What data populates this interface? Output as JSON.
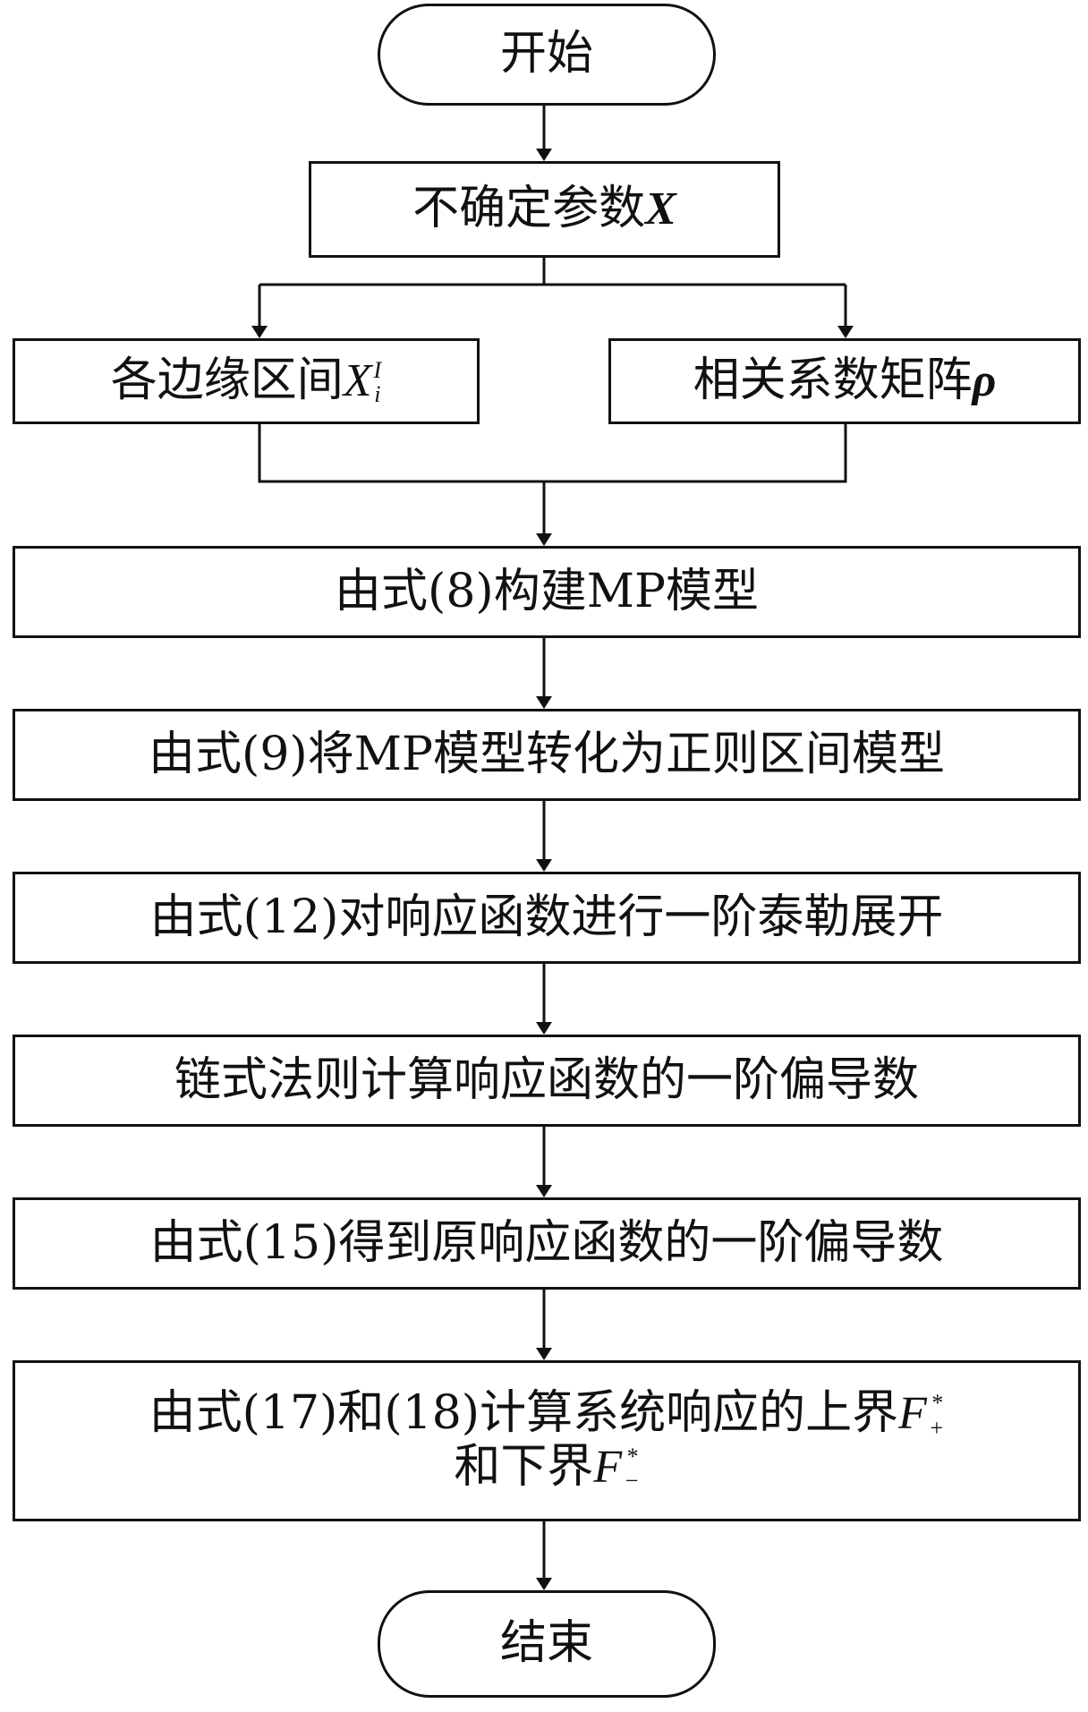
{
  "nodes": {
    "start": "开始",
    "uncertain_params": {
      "text": "不确定参数",
      "symbol": "X"
    },
    "marginal_intervals": {
      "text": "各边缘区间",
      "symbol": "X",
      "sup": "I",
      "sub": "i"
    },
    "correlation_matrix": {
      "text": "相关系数矩阵",
      "symbol": "ρ"
    },
    "step_mp_model": "由式(8)构建MP模型",
    "step_to_regular": "由式(9)将MP模型转化为正则区间模型",
    "step_taylor": "由式(12)对响应函数进行一阶泰勒展开",
    "step_chain_rule": "链式法则计算响应函数的一阶偏导数",
    "step_original_derivative": "由式(15)得到原响应函数的一阶偏导数",
    "step_bounds": {
      "line1_text": "由式(17)和(18)计算系统响应的上界",
      "upper_symbol": "F",
      "upper_sup": "*",
      "upper_sub": "+",
      "line2_text": "和下界",
      "lower_symbol": "F",
      "lower_sup": "*",
      "lower_sub": "−"
    },
    "end": "结束"
  },
  "colors": {
    "stroke": "#111111",
    "fill": "#ffffff"
  }
}
